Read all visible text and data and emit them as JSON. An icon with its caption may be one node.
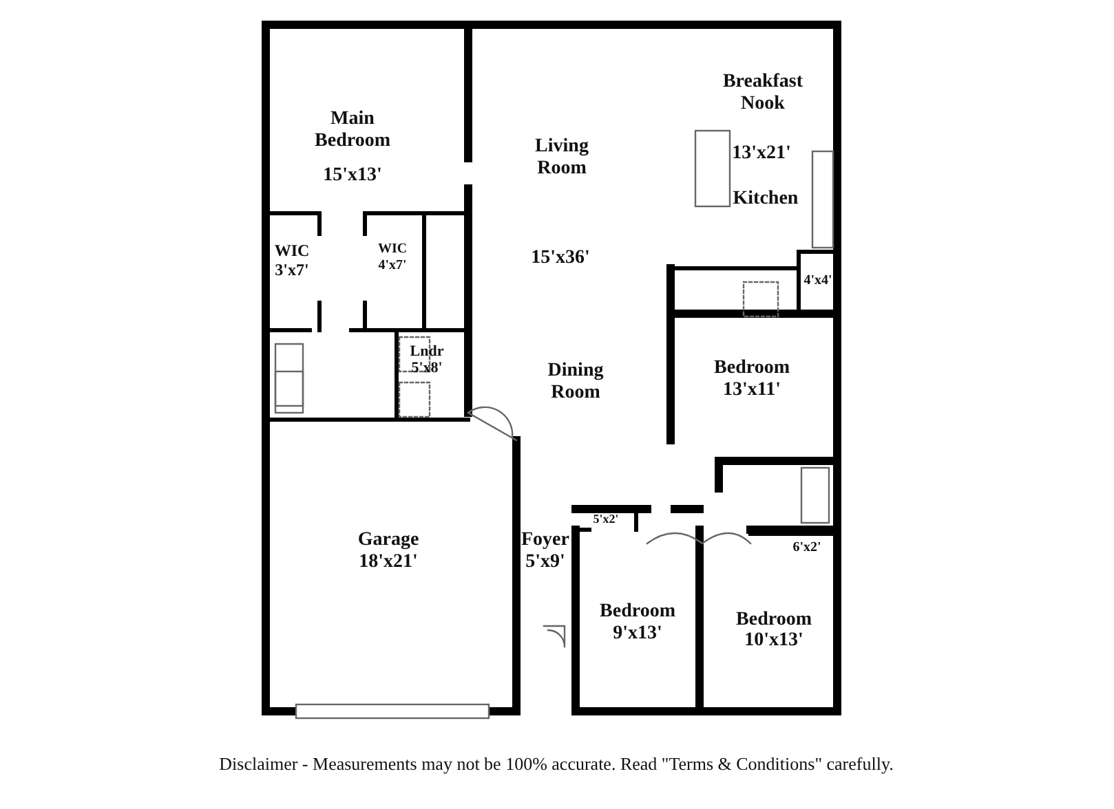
{
  "diagram": {
    "labels": [
      "Breakfast Nook",
      "Main Bedroom",
      "15'x13'",
      "13'x21'",
      "Living Room",
      "Kitchen",
      "WIC",
      "3'x7'",
      "WIC",
      "4'x7'",
      "15'x36'",
      "4'x4'",
      "Lndr",
      "5'x8'",
      "Bedroom",
      "13'x11'",
      "Dining Room",
      "Garage",
      "18'x21'",
      "Foyer",
      "5'x9'",
      "5'x2'",
      "6'x2'",
      "Bedroom",
      "9'x13'",
      "Bedroom",
      "10'x13'",
      "Disclaimer - Measurements may not be 100% accurate. Read \"Terms & Conditions\" carefully."
    ]
  }
}
